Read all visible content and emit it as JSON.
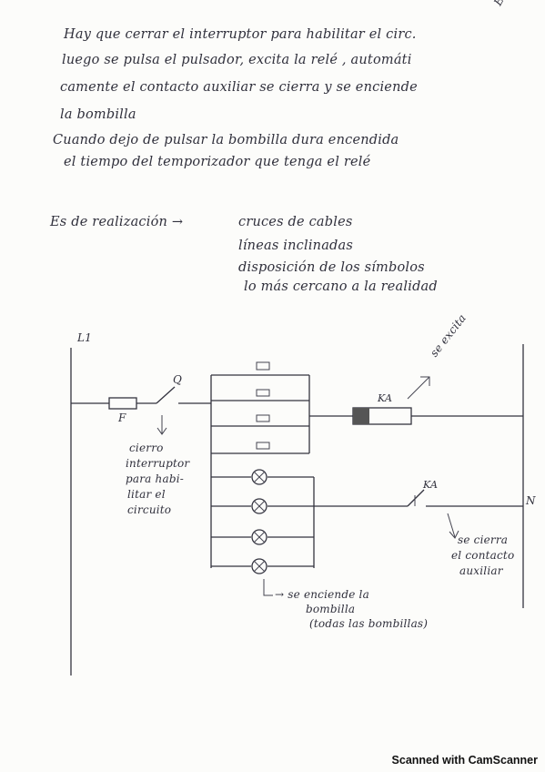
{
  "notes": {
    "p1_l1": "Hay que cerrar el interruptor para habilitar el circ.",
    "p1_l2": "luego se pulsa el pulsador, excita la  relé ,  automáti",
    "p1_l3": "camente el contacto auxiliar se cierra y se enciende",
    "p1_l4": "la bombilla",
    "p2_l1": "Cuando dejo de pulsar la bombilla dura encendida",
    "p2_l2": "el tiempo del temporizador que tenga el relé",
    "margin": "El real"
  },
  "criteria": {
    "heading": "Es de realización →",
    "items": [
      "cruces de cables",
      "líneas inclinadas",
      "disposición de los símbolos",
      "lo más cercano a la realidad"
    ]
  },
  "diagram": {
    "l1": "L1",
    "q": "Q",
    "f": "F",
    "ka_coil": "KA",
    "ka_contact": "KA",
    "n": "N",
    "coil_note": "se excita",
    "switch_note": [
      "cierro",
      "interruptor",
      "para habi-",
      "litar el",
      "circuito"
    ],
    "contact_note": [
      "se cierra",
      "el contacto",
      "auxiliar"
    ],
    "bulb_note": [
      "→ se enciende la",
      "bombilla",
      "(todas las bombillas)"
    ]
  },
  "footer": "Scanned with CamScanner"
}
